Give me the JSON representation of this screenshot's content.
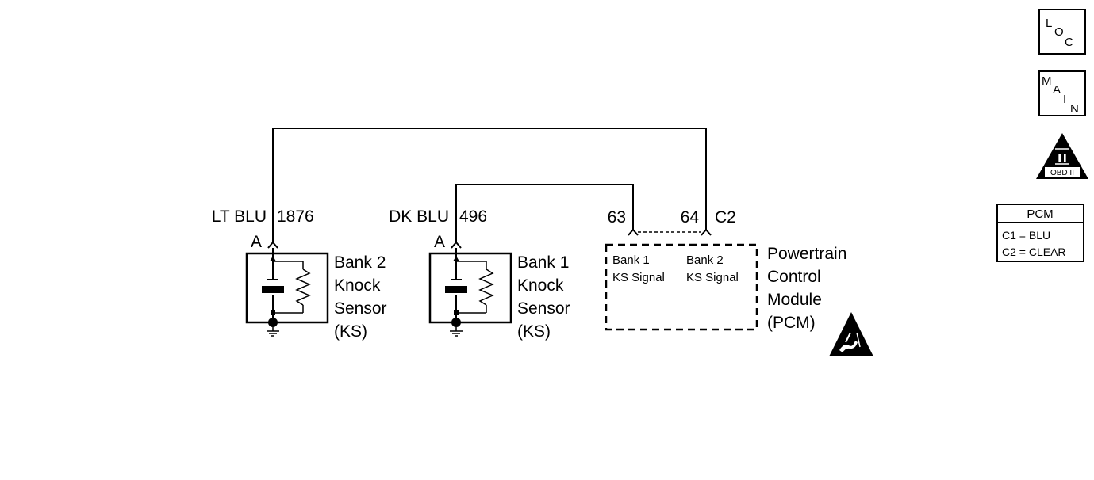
{
  "bank2_sensor": {
    "wire_color": "LT BLU",
    "circuit": "1876",
    "terminal": "A",
    "label": [
      "Bank 2",
      "Knock",
      "Sensor",
      "(KS)"
    ]
  },
  "bank1_sensor": {
    "wire_color": "DK BLU",
    "circuit": "496",
    "terminal": "A",
    "label": [
      "Bank 1",
      "Knock",
      "Sensor",
      "(KS)"
    ]
  },
  "pcm": {
    "pin_bank1": "63",
    "pin_bank2": "64",
    "connector": "C2",
    "bank1_signal": [
      "Bank 1",
      "KS Signal"
    ],
    "bank2_signal": [
      "Bank 2",
      "KS Signal"
    ],
    "label": [
      "Powertrain",
      "Control",
      "Module",
      "(PCM)"
    ]
  },
  "nav": {
    "loc": [
      "L",
      "O",
      "C"
    ],
    "main": [
      "M",
      "A",
      "I",
      "N"
    ],
    "obd_symbol": "II",
    "obd_text": "OBD II"
  },
  "connector_legend": {
    "title": "PCM",
    "rows": [
      "C1 = BLU",
      "C2 = CLEAR"
    ]
  }
}
